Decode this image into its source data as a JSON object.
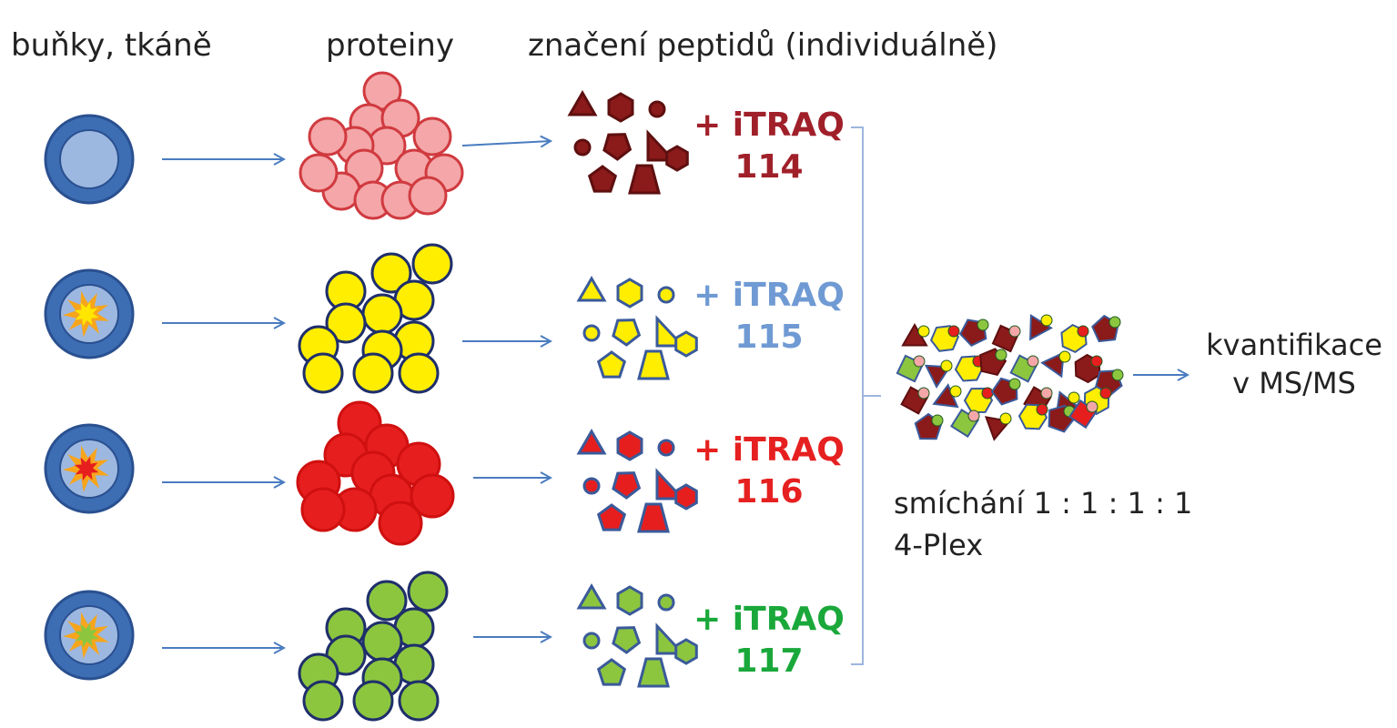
{
  "headers": {
    "cells": "buňky, tkáně",
    "proteins": "proteiny",
    "labeling": "značení peptidů (individuálně)"
  },
  "rows": [
    {
      "reagent": "+ iTRAQ",
      "channel": "114",
      "label_color": "#a0202a",
      "protein_fill": "#f4a6a8",
      "protein_stroke": "#d03a3f",
      "peptide_fill": "#8b1a1a",
      "peptide_stroke": "#5e0f0f",
      "cell_core": "none"
    },
    {
      "reagent": "+ iTRAQ",
      "channel": "115",
      "label_color": "#6f9ad3",
      "protein_fill": "#ffee00",
      "protein_stroke": "#1f2f6b",
      "peptide_fill": "#ffee00",
      "peptide_stroke": "#3a5a9a",
      "cell_core": "#ffe600"
    },
    {
      "reagent": "+ iTRAQ",
      "channel": "116",
      "label_color": "#e62020",
      "protein_fill": "#e61e1e",
      "protein_stroke": "#d01010",
      "peptide_fill": "#e61e1e",
      "peptide_stroke": "#3a5a9a",
      "cell_core": "#e61e1e"
    },
    {
      "reagent": "+ iTRAQ",
      "channel": "117",
      "label_color": "#1aa83a",
      "protein_fill": "#8cc63f",
      "protein_stroke": "#1f2f6b",
      "peptide_fill": "#8cc63f",
      "peptide_stroke": "#3a5a9a",
      "cell_core": "#8cc63f"
    }
  ],
  "mixing": {
    "line1": "smíchání 1 : 1 : 1 : 1",
    "line2": "4-Plex"
  },
  "quantification": {
    "line1": "kvantifikace",
    "line2": "v MS/MS"
  },
  "colors": {
    "arrow": "#4a7cc0",
    "bracket": "#9db5dd",
    "cell_outer": "#3d6eb4",
    "cell_inner": "#9db8e0",
    "burst": "#f7a51c"
  }
}
